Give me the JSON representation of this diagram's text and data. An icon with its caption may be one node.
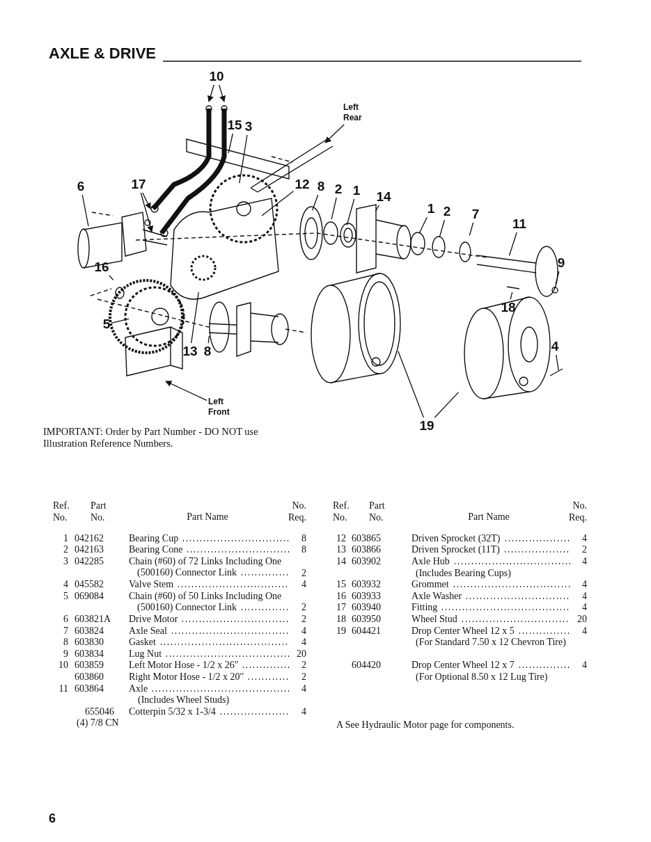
{
  "diagram": {
    "title": "AXLE & DRIVE",
    "nodes": [
      {
        "text": [
          "10"
        ]
      },
      {
        "text": [
          "15"
        ]
      },
      {
        "text": [
          "3"
        ]
      },
      {
        "text": [
          "Left Rear"
        ]
      },
      {
        "text": [
          "6"
        ]
      },
      {
        "text": [
          "17"
        ]
      },
      {
        "text": [
          "12"
        ]
      },
      {
        "text": [
          "8"
        ]
      },
      {
        "text": [
          "2"
        ]
      },
      {
        "text": [
          "1"
        ]
      },
      {
        "text": [
          "14"
        ]
      },
      {
        "text": [
          "1"
        ]
      },
      {
        "text": [
          "2"
        ]
      },
      {
        "text": [
          "7"
        ]
      },
      {
        "text": [
          "11"
        ]
      },
      {
        "text": [
          "9"
        ]
      },
      {
        "text": [
          "16"
        ]
      },
      {
        "text": [
          "18"
        ]
      },
      {
        "text": [
          "5"
        ]
      },
      {
        "text": [
          "13"
        ]
      },
      {
        "text": [
          "8"
        ]
      },
      {
        "text": [
          "4"
        ]
      },
      {
        "text": [
          "Left Front"
        ]
      },
      {
        "text": [
          "19"
        ]
      }
    ],
    "edges": [
      {
        "from": 0,
        "to": null,
        "arrow": "to"
      },
      {
        "from": 0,
        "to": null,
        "arrow": "to"
      },
      {
        "from": 1,
        "to": null,
        "arrow": "none"
      },
      {
        "from": 2,
        "to": null,
        "arrow": "none"
      },
      {
        "from": 3,
        "to": null,
        "arrow": "to"
      },
      {
        "from": 4,
        "to": null,
        "arrow": "none"
      },
      {
        "from": 5,
        "to": null,
        "arrow": "to"
      },
      {
        "from": 5,
        "to": null,
        "arrow": "to"
      },
      {
        "from": 6,
        "to": null,
        "arrow": "none"
      },
      {
        "from": 7,
        "to": null,
        "arrow": "none"
      },
      {
        "from": 8,
        "to": null,
        "arrow": "none"
      },
      {
        "from": 9,
        "to": null,
        "arrow": "none"
      },
      {
        "from": 10,
        "to": null,
        "arrow": "none"
      },
      {
        "from": 11,
        "to": null,
        "arrow": "none"
      },
      {
        "from": 12,
        "to": null,
        "arrow": "none"
      },
      {
        "from": 13,
        "to": null,
        "arrow": "none"
      },
      {
        "from": 14,
        "to": null,
        "arrow": "none"
      },
      {
        "from": 15,
        "to": null,
        "arrow": "none"
      },
      {
        "from": 16,
        "to": null,
        "arrow": "none"
      },
      {
        "from": 17,
        "to": null,
        "arrow": "none"
      },
      {
        "from": 18,
        "to": null,
        "arrow": "none"
      },
      {
        "from": 19,
        "to": null,
        "arrow": "none"
      },
      {
        "from": 20,
        "to": null,
        "arrow": "none"
      },
      {
        "from": 21,
        "to": null,
        "arrow": "none"
      },
      {
        "from": 22,
        "to": null,
        "arrow": "to"
      },
      {
        "from": 23,
        "to": null,
        "arrow": "none"
      },
      {
        "from": 23,
        "to": null,
        "arrow": "none"
      }
    ],
    "labels": [
      "IMPORTANT: Order by Part Number - DO NOT use Illustration Reference Numbers.",
      "Ref. No.",
      "Part No.",
      "Part Name",
      "No. Req.",
      "1",
      "042162",
      "Bearing Cup",
      "8",
      "2",
      "042163",
      "Bearing Cone",
      "8",
      "3",
      "042285",
      "Chain (#60) of 72 Links Including One (500160) Connector Link",
      "2",
      "4",
      "045582",
      "Valve Stem",
      "4",
      "5",
      "069084",
      "Chain (#60) of 50 Links Including One (500160) Connector Link",
      "2",
      "6",
      "603821A",
      "Drive Motor",
      "2",
      "7",
      "603824",
      "Axle Seal",
      "4",
      "8",
      "603830",
      "Gasket",
      "4",
      "9",
      "603834",
      "Lug Nut",
      "20",
      "10",
      "603859",
      "Left Motor Hose - 1/2 x 26″",
      "2",
      "603860",
      "Right Motor Hose - 1/2 x 20″",
      "2",
      "11",
      "603864",
      "Axle",
      "4",
      "(Includes Wheel Studs)",
      "655046",
      "Cotterpin 5/32 x 1-3/4",
      "4",
      "(4) 7/8 CN",
      "Ref. No.",
      "Part No.",
      "Part Name",
      "No. Req.",
      "12",
      "603865",
      "Driven Sprocket (32T)",
      "4",
      "13",
      "603866",
      "Driven Sprocket (11T)",
      "2",
      "14",
      "603902",
      "Axle Hub",
      "4",
      "(Includes Bearing Cups)",
      "15",
      "603932",
      "Grommet",
      "4",
      "16",
      "603933",
      "Axle Washer",
      "4",
      "17",
      "603940",
      "Fitting",
      "4",
      "18",
      "603950",
      "Wheel Stud",
      "20",
      "19",
      "604421",
      "Drop Center Wheel 12 x 5",
      "4",
      "(For Standard 7.50 x 12 Chevron Tire)",
      "604420",
      "Drop Center Wheel 12 x 7",
      "4",
      "(For Optional 8.50 x 12 Lug Tire)",
      "A See Hydraulic Motor page for components.",
      "6"
    ]
  }
}
